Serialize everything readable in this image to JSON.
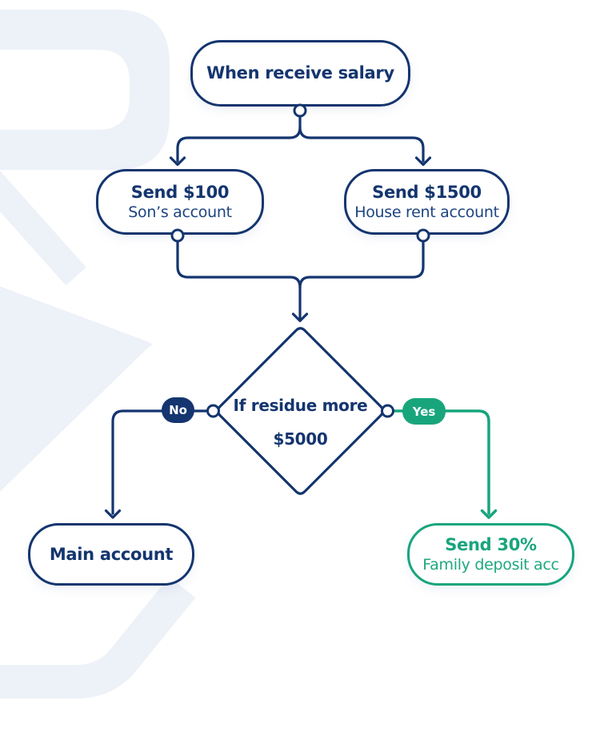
{
  "colors": {
    "navy": "#14356F",
    "green": "#18A57C",
    "watermark": "#EDF1F8",
    "node_fill": "#FFFFFF",
    "label_text": "#FFFFFF"
  },
  "flowchart": {
    "nodes": {
      "start": {
        "title": "When receive salary"
      },
      "send100": {
        "title": "Send $100",
        "subtitle": "Son’s account"
      },
      "send1500": {
        "title": "Send $1500",
        "subtitle": "House rent account"
      },
      "decision": {
        "line1": "If residue more",
        "line2": "$5000"
      },
      "main": {
        "title": "Main account"
      },
      "send30": {
        "title": "Send 30%",
        "subtitle": "Family deposit acc"
      }
    },
    "labels": {
      "no": "No",
      "yes": "Yes"
    }
  }
}
